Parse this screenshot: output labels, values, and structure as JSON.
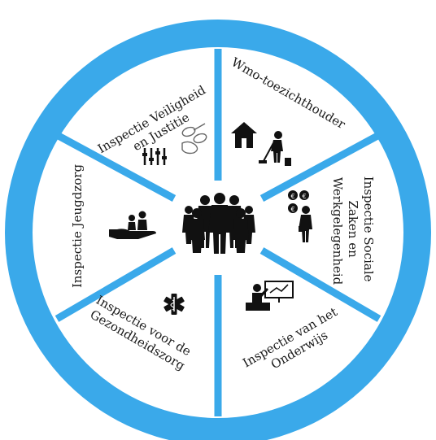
{
  "colors": {
    "ring": "#3aa9ea",
    "spoke": "#3aa9ea",
    "segment_fill": "#ffffff",
    "icon": "#111111"
  },
  "segments": [
    {
      "id": "vj",
      "lines": [
        "Inspectie Veiligheid",
        "en Justitie"
      ],
      "icon": "scales-and-handcuffs-icon"
    },
    {
      "id": "wmo",
      "lines": [
        "Wmo-toezichthouder"
      ],
      "icon": "house-and-cleaner-icon"
    },
    {
      "id": "szw",
      "lines": [
        "Inspectie Sociale",
        "Zaken en",
        "Werkgelegenheid"
      ],
      "icon": "coins-and-worker-icon"
    },
    {
      "id": "ow",
      "lines": [
        "Inspectie van het",
        "Onderwijs"
      ],
      "icon": "teacher-at-board-icon"
    },
    {
      "id": "gz",
      "lines": [
        "Inspectie voor de",
        "Gezondheidszorg"
      ],
      "icon": "star-of-life-icon"
    },
    {
      "id": "jz",
      "lines": [
        "Inspectie Jeugdzorg"
      ],
      "icon": "hand-holding-family-icon"
    }
  ],
  "center": {
    "icon": "group-of-people-icon"
  }
}
